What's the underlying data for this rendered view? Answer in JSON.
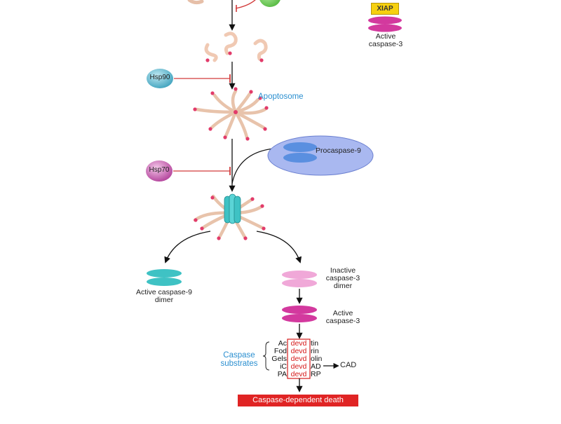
{
  "labels": {
    "xiap": "XIAP",
    "active_caspase3_top": [
      "Active",
      "caspase-3"
    ],
    "hsp90": "Hsp90",
    "apoptosome": "Apoptosome",
    "procaspase9": "Procaspase-9",
    "hsp70": "Hsp70",
    "active_caspase9_dimer": [
      "Active caspase-9",
      "dimer"
    ],
    "inactive_caspase3_dimer": [
      "Inactive",
      "caspase-3",
      "dimer"
    ],
    "active_caspase3": [
      "Active",
      "caspase-3"
    ],
    "caspase_substrates": [
      "Caspase",
      "substrates"
    ],
    "cad": "CAD",
    "caspase_dependent_death": "Caspase-dependent death"
  },
  "substrates": [
    {
      "prefix": "Ac",
      "motif": "devd",
      "suffix": "tin"
    },
    {
      "prefix": "Fod",
      "motif": "devd",
      "suffix": "rin"
    },
    {
      "prefix": "Gels",
      "motif": "devd",
      "suffix": "olin"
    },
    {
      "prefix": "iC",
      "motif": "devd",
      "suffix": "AD"
    },
    {
      "prefix": "PA",
      "motif": "devd",
      "suffix": "RP"
    }
  ],
  "colors": {
    "caspase3": "#d3399e",
    "caspase3_inactive": "#f0a8d8",
    "caspase9": "#3fc2c4",
    "hsp90": "#5bb7cf",
    "hsp70": "#cc56b0",
    "procaspase9_bg": "#a9b8f0",
    "procaspase9_disc": "#5a8fe0",
    "cyto_c": "#f2cdb8",
    "red_dot": "#e23b6a",
    "inhibit": "#d23a3a",
    "death_box": "#e02424",
    "label_blue": "#2b8fd0",
    "xiap_box": "#f6d00f"
  }
}
